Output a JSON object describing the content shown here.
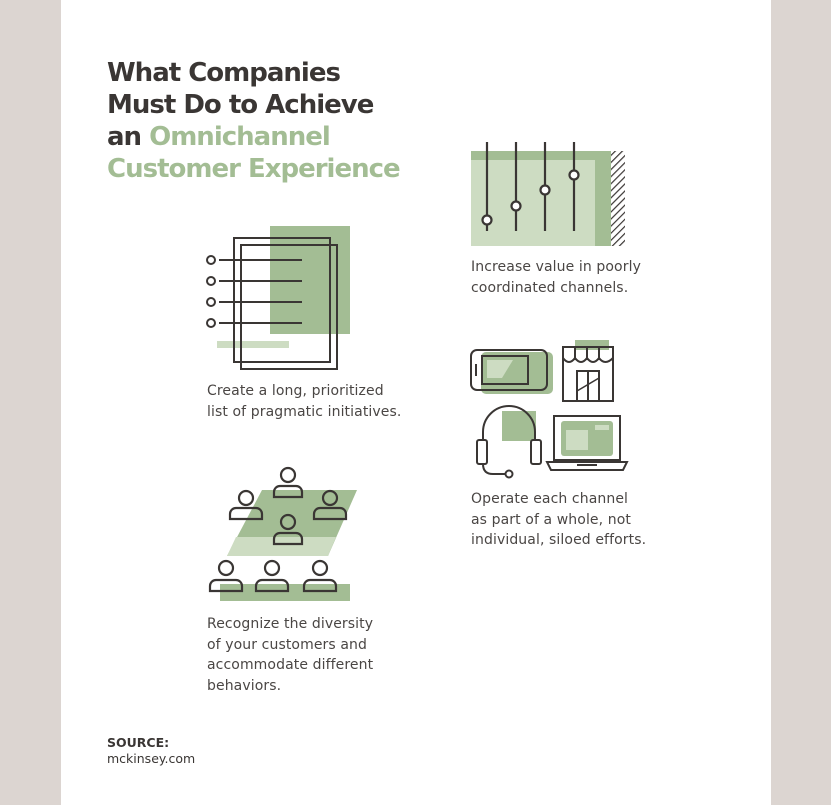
{
  "title": {
    "line1": "What Companies",
    "line2": "Must Do to Achieve",
    "line3_dark": "an ",
    "line3_green": "Omnichannel",
    "line4": "Customer Experience"
  },
  "items": [
    {
      "icon": "checklist-document-icon",
      "caption_lines": [
        "Create a long, prioritized",
        "list of pragmatic initiatives."
      ]
    },
    {
      "icon": "sliders-equalizer-icon",
      "caption_lines": [
        "Increase value in poorly",
        "coordinated channels."
      ]
    },
    {
      "icon": "people-group-icon",
      "caption_lines": [
        "Recognize the diversity",
        "of your customers and",
        "accommodate different",
        "behaviors."
      ]
    },
    {
      "icon": "channels-devices-icon",
      "caption_lines": [
        "Operate each channel",
        "as part of a whole, not",
        "individual, siloed efforts."
      ]
    }
  ],
  "source": {
    "label": "SOURCE:",
    "value": "mckinsey.com"
  },
  "colors": {
    "dark": "#3a3634",
    "green": "#a3bd94",
    "light_green": "#cddcc2",
    "background": "#dcd5d1"
  }
}
